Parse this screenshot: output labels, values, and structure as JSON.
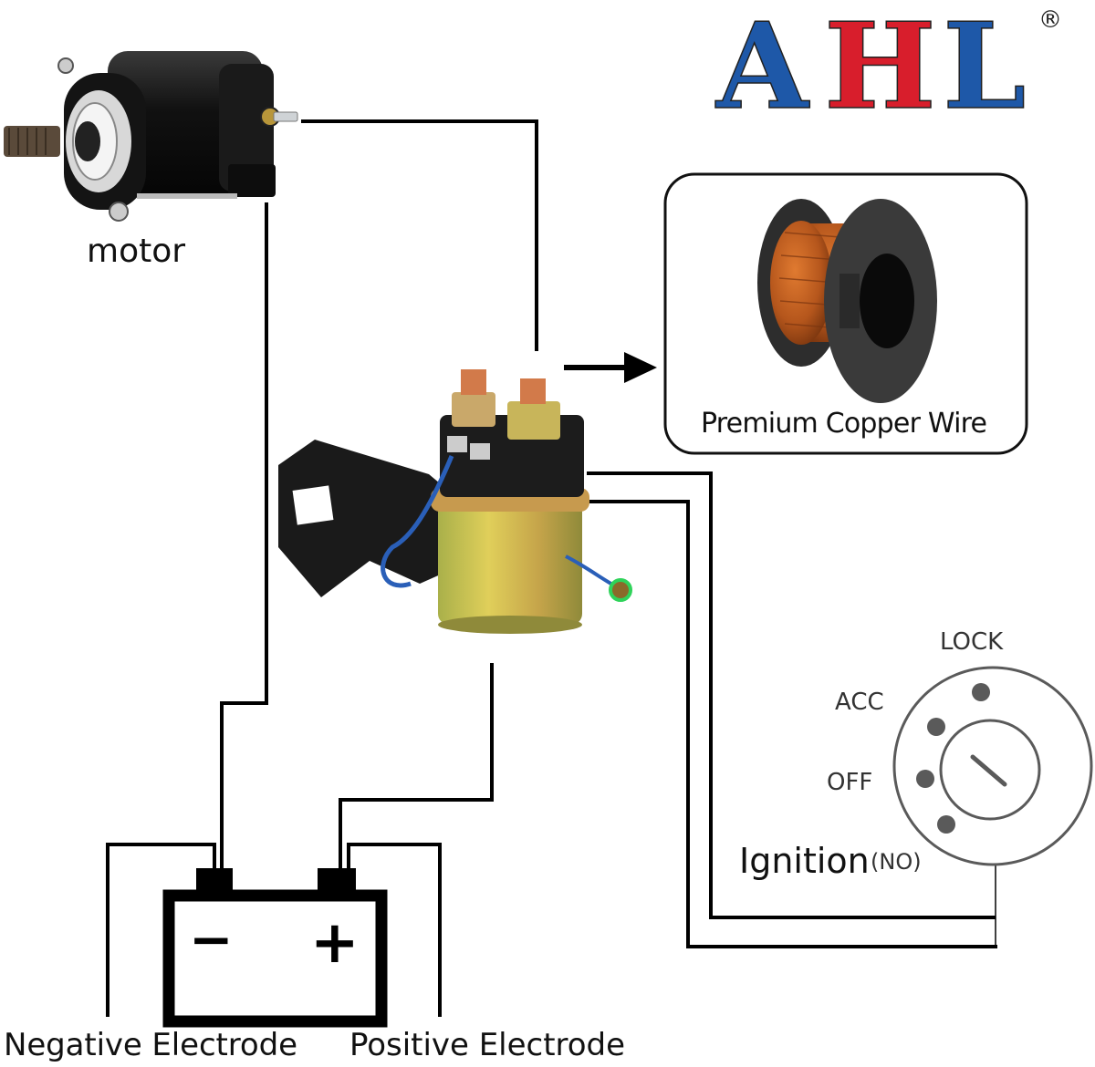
{
  "brand": {
    "logo_letters": [
      "A",
      "H",
      "L"
    ],
    "logo_colors": [
      "#1e58a8",
      "#d81e2c",
      "#1e58a8"
    ],
    "registered_mark": "®"
  },
  "components": {
    "motor": {
      "label": "motor",
      "icon": "starter-motor-icon"
    },
    "relay": {
      "icon": "starter-relay-solenoid-icon"
    },
    "copper_wire": {
      "label": "Premium Copper Wire",
      "icon": "copper-wire-spool-icon"
    },
    "ignition": {
      "label": "Ignition",
      "sublabel": "(NO)",
      "positions": [
        "LOCK",
        "ACC",
        "OFF"
      ],
      "icon": "ignition-switch-icon"
    },
    "battery": {
      "negative_label": "Negative Electrode",
      "positive_label": "Positive Electrode",
      "negative_symbol": "−",
      "positive_symbol": "+",
      "icon": "battery-icon"
    }
  },
  "colors": {
    "wire": "#000000",
    "copper": "#b5561c",
    "relay_body": "#c9b84a",
    "dial": "#5a5a5a"
  }
}
